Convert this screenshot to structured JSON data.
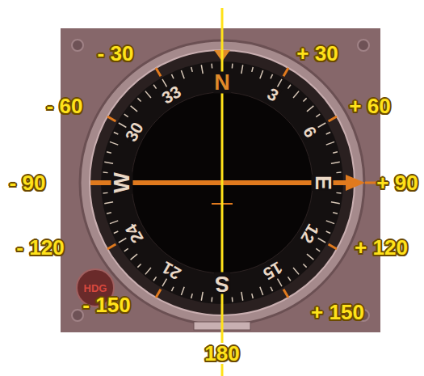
{
  "diagram": {
    "labels": [
      "- 30",
      "+ 30",
      "- 60",
      "+ 60",
      "- 90",
      "+ 90",
      "- 120",
      "+ 120",
      "- 150",
      "+ 150",
      "180",
      "N",
      "3",
      "6",
      "E",
      "12",
      "15",
      "S",
      "21",
      "24",
      "W",
      "30",
      "33",
      "HDG"
    ]
  }
}
